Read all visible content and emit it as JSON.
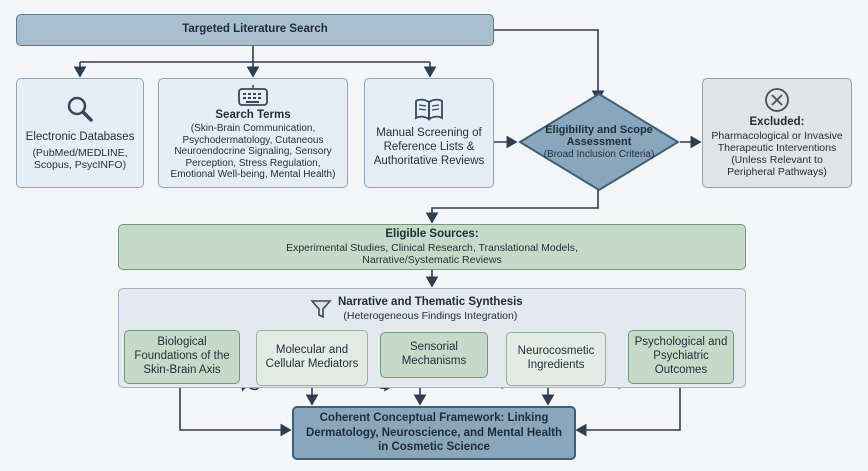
{
  "top": {
    "title": "Targeted Literature Search"
  },
  "sources": {
    "databases": {
      "label": "Electronic Databases",
      "detail": "(PubMed/MEDLINE, Scopus, PsycINFO)"
    },
    "terms": {
      "title": "Search Terms",
      "detail": "(Skin-Brain Communication, Psychodermatology, Cutaneous Neuroendocrine Signaling, Sensory Perception, Stress Regulation, Emotional Well-being, Mental Health)"
    },
    "manual": {
      "label": "Manual Screening of Reference Lists & Authoritative Reviews"
    }
  },
  "eligibility": {
    "title": "Eligibility and Scope Assessment",
    "detail": "(Broad Inclusion Criteria)"
  },
  "excluded": {
    "title": "Excluded:",
    "line1": "Pharmacological or Invasive Therapeutic Interventions",
    "line2": "(Unless Relevant to Peripheral Pathways)"
  },
  "eligible": {
    "title": "Eligible Sources:",
    "detail": "Experimental Studies, Clinical Research, Translational Models, Narrative/Systematic Reviews"
  },
  "synthesis": {
    "title": "Narrative and Thematic Synthesis",
    "subtitle": "(Heterogeneous Findings Integration)",
    "themes": [
      "Biological Foundations of the Skin-Brain Axis",
      "Molecular and Cellular Mediators",
      "Sensorial Mechanisms",
      "Neurocosmetic Ingredients",
      "Psychological and Psychiatric Outcomes"
    ]
  },
  "framework": {
    "title": "Coherent Conceptual Framework: Linking Dermatology, Neuroscience, and Mental Health in Cosmetic Science"
  },
  "colors": {
    "blue": "#a8bfd0",
    "green": "#c5dbc8",
    "dark": "#3f5f78",
    "arrow": "#2c3e50"
  },
  "icons": [
    "magnifier-icon",
    "keyboard-icon",
    "book-icon",
    "close-circle-icon",
    "funnel-icon"
  ]
}
